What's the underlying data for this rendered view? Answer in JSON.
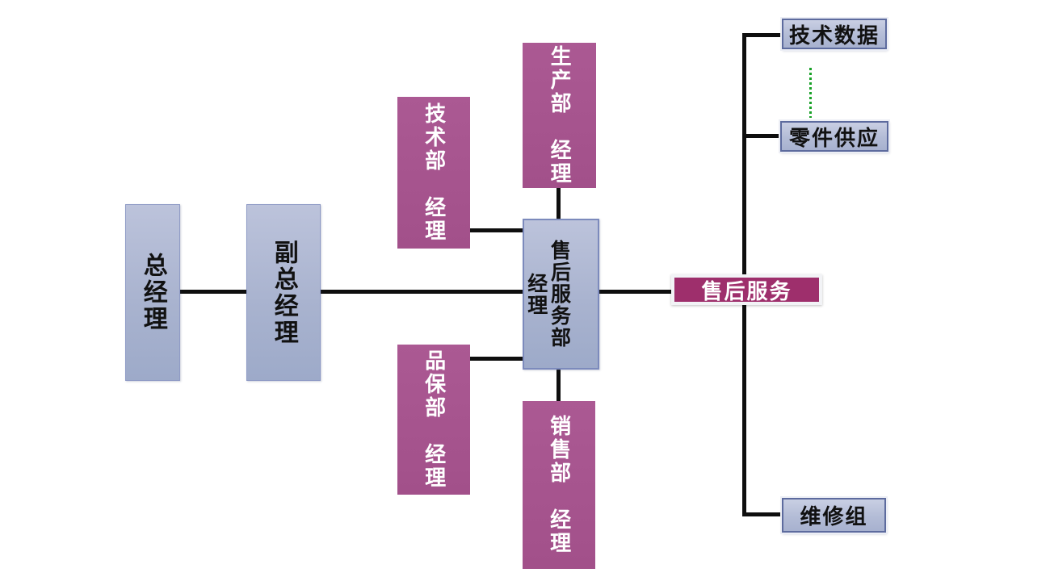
{
  "diagram": {
    "type": "org-chart",
    "nodes": {
      "general_manager": {
        "label": "总经理"
      },
      "deputy_general_manager": {
        "label": "副总经理"
      },
      "technical_dept_manager": {
        "label": "技术部　经理"
      },
      "production_dept_manager": {
        "label": "生产部　经理"
      },
      "after_sales_dept_manager": {
        "label_dept": "售后服务部",
        "label_title": "经理"
      },
      "quality_dept_manager": {
        "label": "品保部　经理"
      },
      "sales_dept_manager": {
        "label": "销售部　经理"
      },
      "after_sales_service_badge": {
        "label": "售后服务"
      },
      "technical_data": {
        "label": "技术数据"
      },
      "parts_supply": {
        "label": "零件供应"
      },
      "maintenance_group": {
        "label": "维修组"
      }
    },
    "colors": {
      "node_blue_fill_top": "#bcc3db",
      "node_blue_fill_bottom": "#9daac9",
      "node_blue_border": "#8e9ac5",
      "small_node_border": "#5d6b9e",
      "node_purple_fill": "#a6548e",
      "badge_fill": "#9e2f6c",
      "badge_halo": "#f2f3f6",
      "connector": "#0e0e0e",
      "dotted_link": "#18a127",
      "text_dark": "#111111",
      "text_light": "#ffffff"
    }
  }
}
